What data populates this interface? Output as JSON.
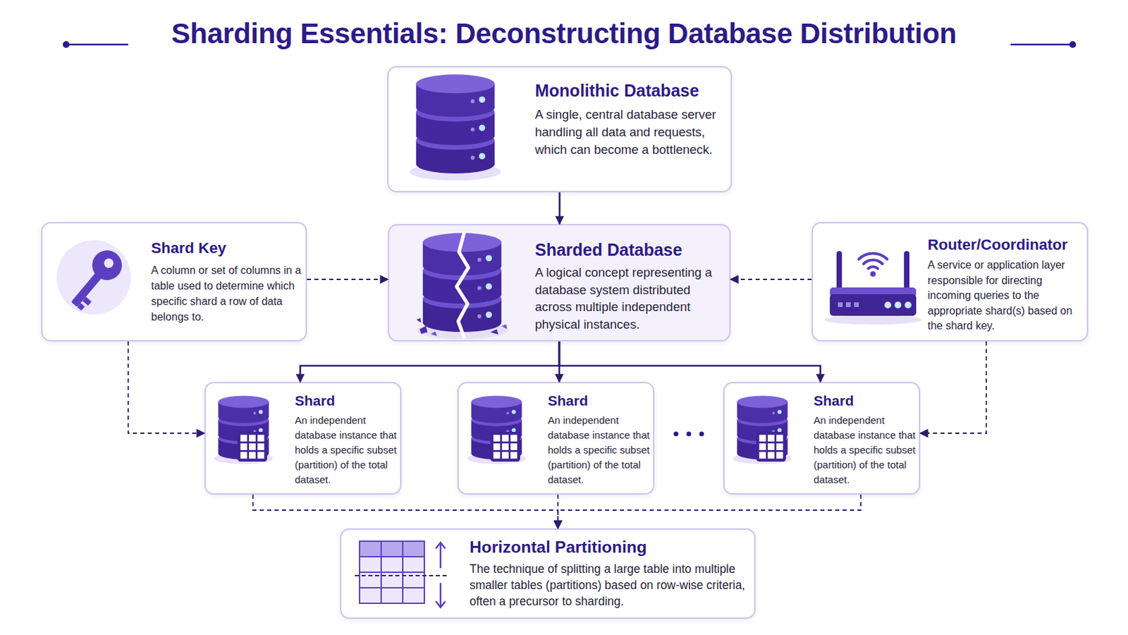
{
  "diagram": {
    "title": "Sharding Essentials: Deconstructing Database Distribution",
    "nodes": [
      {
        "text": [
          "Monolithic Database",
          "A single, central database server handling all data and requests, which can become a bottleneck."
        ]
      },
      {
        "text": [
          "Shard Key",
          "A column or set of columns in a table used to determine which specific shard a row of data belongs to."
        ]
      },
      {
        "text": [
          "Sharded Database",
          "A logical concept representing a database system distributed across multiple independent physical instances."
        ]
      },
      {
        "text": [
          "Router/Coordinator",
          "A service or application layer responsible for directing incoming queries to the appropriate shard(s) based on the shard key."
        ]
      },
      {
        "text": [
          "Shard",
          "An independent database instance that holds a specific subset (partition) of the total dataset."
        ]
      },
      {
        "text": [
          "Shard",
          "An independent database instance that holds a specific subset (partition) of the total dataset."
        ]
      },
      {
        "text": [
          "Shard",
          "An independent database instance that holds a specific subset (partition) of the total dataset."
        ]
      },
      {
        "text": [
          "Horizontal Partitioning",
          "The technique of splitting a large table into multiple smaller tables (partitions) based on row-wise criteria, often a precursor to sharding."
        ]
      }
    ],
    "edges": [
      {
        "from": 0,
        "to": 2,
        "arrow": "to"
      },
      {
        "from": 1,
        "to": 2,
        "arrow": "to"
      },
      {
        "from": 3,
        "to": 2,
        "arrow": "to"
      },
      {
        "from": 2,
        "to": 4,
        "arrow": "to"
      },
      {
        "from": 2,
        "to": 5,
        "arrow": "to"
      },
      {
        "from": 2,
        "to": 6,
        "arrow": "to"
      },
      {
        "from": 1,
        "to": 4,
        "arrow": "to"
      },
      {
        "from": 3,
        "to": 6,
        "arrow": "to"
      },
      {
        "from": 4,
        "to": 7,
        "arrow": "to"
      },
      {
        "from": 5,
        "to": 7,
        "arrow": "to"
      },
      {
        "from": 6,
        "to": 7,
        "arrow": "to"
      }
    ]
  }
}
